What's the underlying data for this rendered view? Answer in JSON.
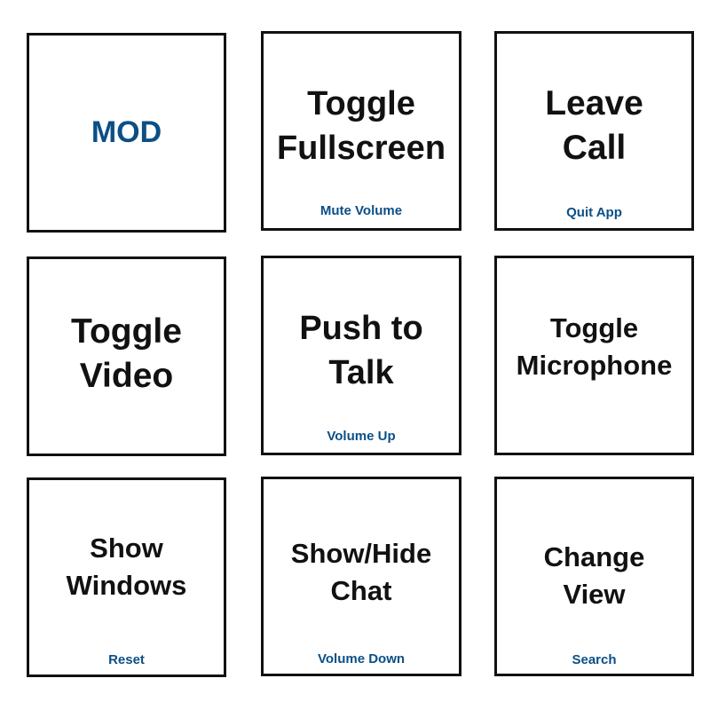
{
  "keys": {
    "mod": {
      "label": "MOD"
    },
    "toggle_fullscreen": {
      "line1": "Toggle",
      "line2": "Fullscreen",
      "secondary": "Mute Volume"
    },
    "leave_call": {
      "line1": "Leave",
      "line2": "Call",
      "secondary": "Quit App"
    },
    "toggle_video": {
      "line1": "Toggle",
      "line2": "Video"
    },
    "push_to_talk": {
      "line1": "Push to",
      "line2": "Talk",
      "secondary": "Volume Up"
    },
    "toggle_microphone": {
      "line1": "Toggle",
      "line2": "Microphone"
    },
    "show_windows": {
      "line1": "Show",
      "line2": "Windows",
      "secondary": "Reset"
    },
    "show_hide_chat": {
      "line1": "Show/Hide",
      "line2": "Chat",
      "secondary": "Volume Down"
    },
    "change_view": {
      "line1": "Change",
      "line2": "View",
      "secondary": "Search"
    }
  },
  "colors": {
    "primary_text": "#111111",
    "secondary_text": "#0b4f86",
    "border": "#111111",
    "background": "#ffffff"
  }
}
